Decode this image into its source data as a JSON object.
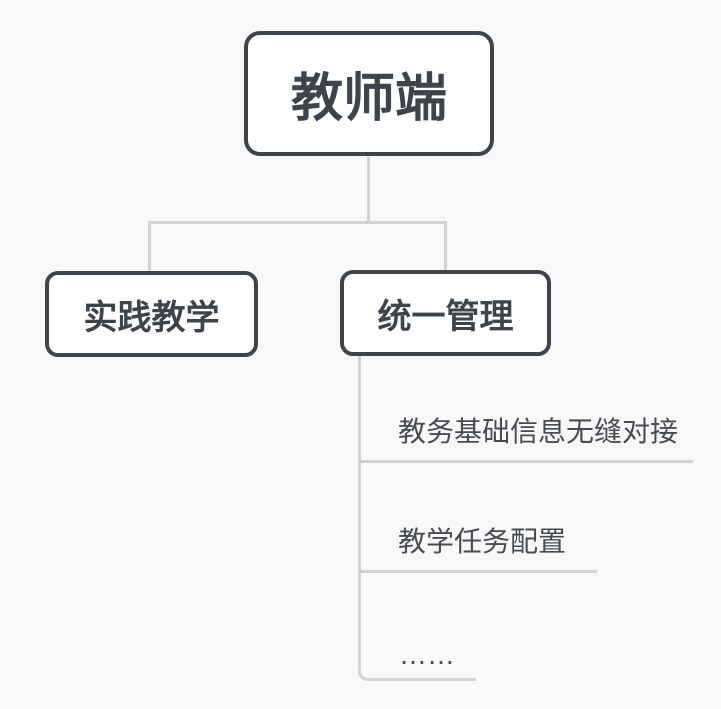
{
  "diagram": {
    "type": "mindmap-tree",
    "root": {
      "label": "教师端"
    },
    "children": [
      {
        "label": "实践教学"
      },
      {
        "label": "统一管理"
      }
    ],
    "leaves": [
      {
        "label": "教务基础信息无缝对接"
      },
      {
        "label": "教学任务配置"
      },
      {
        "label": "……"
      }
    ]
  },
  "colors": {
    "background": "#f8f8f8",
    "node_fill": "#ffffff",
    "node_border": "#3e444c",
    "node_text": "#3e444c",
    "connector": "#d2d2d2",
    "leaf_text": "#474c52"
  }
}
